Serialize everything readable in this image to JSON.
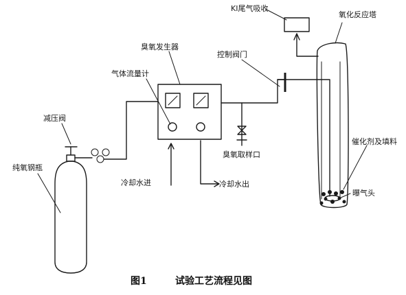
{
  "labels": {
    "ki_absorber": "KI尾气吸收",
    "oxidation_tower": "氧化反应塔",
    "ozone_generator": "臭氧发生器",
    "flowmeter": "气体流量计",
    "control_valve": "控制阀门",
    "pressure_reducer": "减压阀",
    "oxygen_cylinder": "纯氧钢瓶",
    "sampling_port": "臭氧取样口",
    "catalyst_packing": "催化剂及填料",
    "aerator_head": "曝气头",
    "cooling_water_in": "冷却水进",
    "cooling_water_out": "冷却水出"
  },
  "caption": {
    "figure_number": "图1",
    "title": "试验工艺流程见图"
  },
  "colors": {
    "line": "#1a1a1a",
    "background": "#ffffff"
  }
}
